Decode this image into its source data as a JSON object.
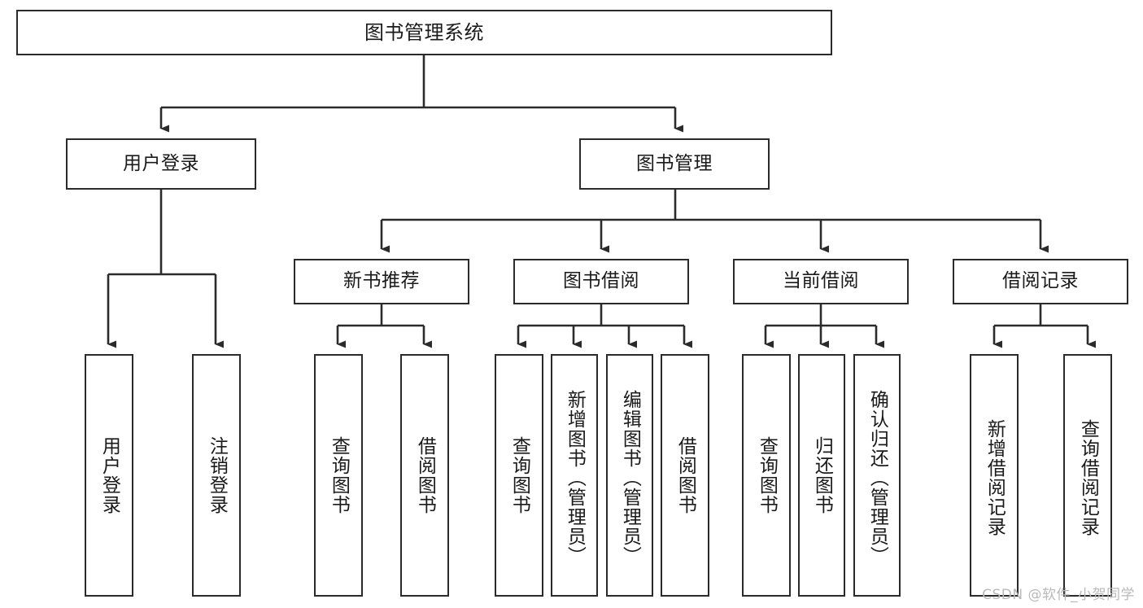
{
  "diagram": {
    "type": "tree-hierarchy",
    "title": "图书管理系统",
    "orientation": "top-down",
    "colors": {
      "box_border": "#2b2b2b",
      "box_fill": "#ffffff",
      "connector": "#2b2b2b",
      "text": "#1a1a1a",
      "watermark": "#b9b9b9",
      "background": "#ffffff"
    }
  },
  "root": {
    "label": "图书管理系统"
  },
  "level2": [
    {
      "label": "用户登录"
    },
    {
      "label": "图书管理"
    }
  ],
  "level3": [
    {
      "label": "新书推荐"
    },
    {
      "label": "图书借阅"
    },
    {
      "label": "当前借阅"
    },
    {
      "label": "借阅记录"
    }
  ],
  "leaves": {
    "user_login": [
      {
        "label": "用户登录"
      },
      {
        "label": "注销登录"
      }
    ],
    "new_book_recommend": [
      {
        "label": "查询图书"
      },
      {
        "label": "借阅图书"
      }
    ],
    "book_borrow": [
      {
        "label": "查询图书"
      },
      {
        "label": "新增图书（管理员）"
      },
      {
        "label": "编辑图书（管理员）"
      },
      {
        "label": "借阅图书"
      }
    ],
    "current_borrow": [
      {
        "label": "查询图书"
      },
      {
        "label": "归还图书"
      },
      {
        "label": "确认归还（管理员）"
      }
    ],
    "borrow_record": [
      {
        "label": "新增借阅记录"
      },
      {
        "label": "查询借阅记录"
      }
    ]
  },
  "watermark": {
    "text": "CSDN @软件_小贺同学"
  }
}
